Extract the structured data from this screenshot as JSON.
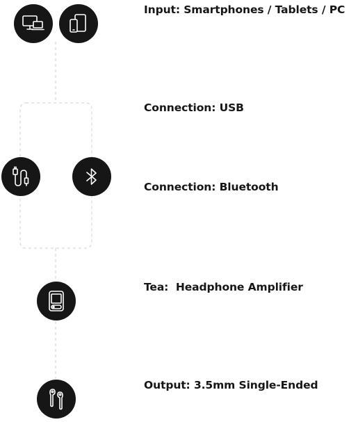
{
  "colors": {
    "node_fill": "#161616",
    "icon_stroke": "#ffffff",
    "text": "#161616",
    "connector": "#cfcfcf"
  },
  "steps": [
    {
      "label": "Input: Smartphones / Tablets / PC",
      "icons": [
        "desktop-laptop-icon",
        "phone-tablet-icon"
      ]
    },
    {
      "label": "Connection: USB",
      "icons": [
        "usb-cable-icon"
      ]
    },
    {
      "label": "Connection: Bluetooth",
      "icons": [
        "bluetooth-icon"
      ]
    },
    {
      "label": "Tea:  Headphone Amplifier",
      "icons": [
        "amplifier-device-icon"
      ]
    },
    {
      "label": "Output: 3.5mm Single-Ended",
      "icons": [
        "earbuds-icon"
      ]
    }
  ]
}
